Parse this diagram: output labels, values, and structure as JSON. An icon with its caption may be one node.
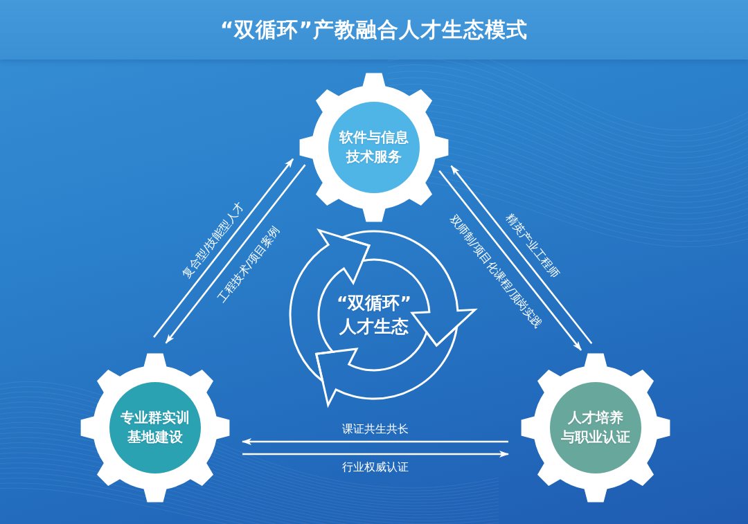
{
  "diagram": {
    "title": "“双循环”产教融合人才生态模式",
    "nodes": [
      {
        "text": [
          "软件与信息技术服务"
        ]
      },
      {
        "text": [
          "“双循环”人才生态"
        ]
      },
      {
        "text": [
          "专业群实训基地建设"
        ]
      },
      {
        "text": [
          "人才培养与职业认证"
        ]
      }
    ],
    "edges": [
      {
        "from": 2,
        "to": 0,
        "arrow": "to",
        "label": "复合型/技能型人才"
      },
      {
        "from": 0,
        "to": 2,
        "arrow": "to",
        "label": "工程技术/项目案例"
      },
      {
        "from": 0,
        "to": 3,
        "arrow": "to",
        "label": "双师制/项目化课程/顶岗实践"
      },
      {
        "from": 3,
        "to": 0,
        "arrow": "to",
        "label": "精英产业工程师"
      },
      {
        "from": 3,
        "to": 2,
        "arrow": "to",
        "label": "课证共生共长"
      },
      {
        "from": 2,
        "to": 3,
        "arrow": "to",
        "label": "行业权威认证"
      }
    ]
  }
}
